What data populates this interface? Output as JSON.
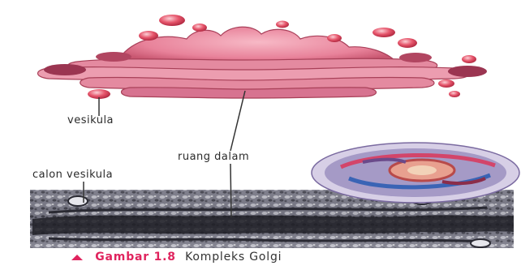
{
  "labels": {
    "vesicle": "vesikula",
    "inner_space": "ruang dalam",
    "vesicle_candidate": "calon vesikula"
  },
  "caption": {
    "prefix": "Gambar 1.8",
    "title": "Kompleks Golgi"
  },
  "colors": {
    "golgi_pink": "#e8829a",
    "golgi_dark": "#b9455e",
    "vesicle_red": "#e03a52",
    "caption_accent": "#e0245e",
    "micrograph_dark": "#1e1e26"
  }
}
